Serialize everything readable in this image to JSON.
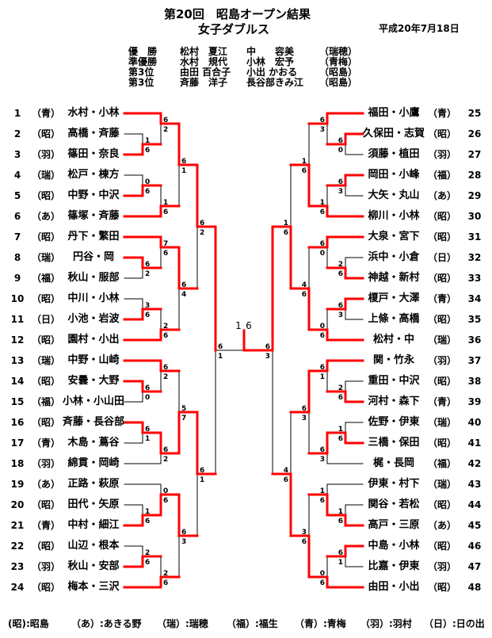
{
  "header": {
    "title": "第20回　昭島オープン結果",
    "subtitle": "女子ダブルス",
    "date": "平成20年7月18日"
  },
  "results": [
    {
      "place": "優　勝",
      "player1": "松村　夏江",
      "player2": "中　　容美",
      "club": "（瑞穂）"
    },
    {
      "place": "準優勝",
      "player1": "水村　規代",
      "player2": "小林　宏予",
      "club": "（青梅）"
    },
    {
      "place": "第3位",
      "player1": "由田 百合子",
      "player2": "小出 かおる",
      "club": "（昭島）"
    },
    {
      "place": "第3位",
      "player1": "斉藤　洋子",
      "player2": "長谷部きみ江",
      "club": "（昭島）"
    }
  ],
  "colors": {
    "winner_path": "#ff0000",
    "bracket_line": "#000000"
  },
  "entries": [
    {
      "no": "1",
      "club": "（青）",
      "names": "水村・小林"
    },
    {
      "no": "2",
      "club": "（昭）",
      "names": "高橋・斉藤"
    },
    {
      "no": "3",
      "club": "（羽）",
      "names": "篠田・奈良"
    },
    {
      "no": "4",
      "club": "（瑞）",
      "names": "松戸・棟方"
    },
    {
      "no": "5",
      "club": "（昭）",
      "names": "中野・中沢"
    },
    {
      "no": "6",
      "club": "（あ）",
      "names": "篠塚・斉藤"
    },
    {
      "no": "7",
      "club": "（昭）",
      "names": "丹下・繁田"
    },
    {
      "no": "8",
      "club": "（瑞）",
      "names": "円谷・岡"
    },
    {
      "no": "9",
      "club": "（福）",
      "names": "秋山・服部"
    },
    {
      "no": "10",
      "club": "（昭）",
      "names": "中川・小林"
    },
    {
      "no": "11",
      "club": "（日）",
      "names": "小池・岩波"
    },
    {
      "no": "12",
      "club": "（昭）",
      "names": "園村・小出"
    },
    {
      "no": "13",
      "club": "（瑞）",
      "names": "中野・山崎"
    },
    {
      "no": "14",
      "club": "（昭）",
      "names": "安曇・大野"
    },
    {
      "no": "15",
      "club": "（福）",
      "names": "小林・小山田"
    },
    {
      "no": "16",
      "club": "（昭）",
      "names": "斉藤・長谷部"
    },
    {
      "no": "17",
      "club": "（青）",
      "names": "木島・蔦谷"
    },
    {
      "no": "18",
      "club": "（羽）",
      "names": "綿貫・岡崎"
    },
    {
      "no": "19",
      "club": "（あ）",
      "names": "正路・萩原"
    },
    {
      "no": "20",
      "club": "（昭）",
      "names": "田代・矢原"
    },
    {
      "no": "21",
      "club": "（青）",
      "names": "中村・細江"
    },
    {
      "no": "22",
      "club": "（昭）",
      "names": "山辺・根本"
    },
    {
      "no": "23",
      "club": "（羽）",
      "names": "秋山・安部"
    },
    {
      "no": "24",
      "club": "（昭）",
      "names": "梅本・三沢"
    },
    {
      "no": "25",
      "club": "（青）",
      "names": "福田・小鷹"
    },
    {
      "no": "26",
      "club": "（昭）",
      "names": "久保田・志賀"
    },
    {
      "no": "27",
      "club": "（羽）",
      "names": "須藤・植田"
    },
    {
      "no": "28",
      "club": "（福）",
      "names": "岡田・小峰"
    },
    {
      "no": "29",
      "club": "（あ）",
      "names": "大矢・丸山"
    },
    {
      "no": "30",
      "club": "（昭）",
      "names": "柳川・小林"
    },
    {
      "no": "31",
      "club": "（昭）",
      "names": "大泉・宮下"
    },
    {
      "no": "32",
      "club": "（日）",
      "names": "浜中・小倉"
    },
    {
      "no": "33",
      "club": "（昭）",
      "names": "神越・新村"
    },
    {
      "no": "34",
      "club": "（青）",
      "names": "榎戸・大澤"
    },
    {
      "no": "35",
      "club": "（昭）",
      "names": "上條・高橋"
    },
    {
      "no": "36",
      "club": "（瑞）",
      "names": "松村・中"
    },
    {
      "no": "37",
      "club": "（羽）",
      "names": "関・竹永"
    },
    {
      "no": "38",
      "club": "（昭）",
      "names": "重田・中沢"
    },
    {
      "no": "39",
      "club": "（青）",
      "names": "河村・森下"
    },
    {
      "no": "40",
      "club": "（瑞）",
      "names": "佐野・伊東"
    },
    {
      "no": "41",
      "club": "（昭）",
      "names": "三橋・保田"
    },
    {
      "no": "42",
      "club": "（福）",
      "names": "梶・長岡"
    },
    {
      "no": "43",
      "club": "（瑞）",
      "names": "伊東・村下"
    },
    {
      "no": "44",
      "club": "（昭）",
      "names": "関谷・若松"
    },
    {
      "no": "45",
      "club": "（あ）",
      "names": "高戸・三原"
    },
    {
      "no": "46",
      "club": "（昭）",
      "names": "中島・小林"
    },
    {
      "no": "47",
      "club": "（羽）",
      "names": "比嘉・伊東"
    },
    {
      "no": "48",
      "club": "（昭）",
      "names": "由田・小出"
    }
  ],
  "matches": [
    {
      "id": "L1",
      "side": "left",
      "round": 1,
      "top": {
        "entry": 2
      },
      "bottom": {
        "entry": 3
      },
      "score": [
        "1",
        "6"
      ],
      "winner": "bottom"
    },
    {
      "id": "L2",
      "side": "left",
      "round": 1,
      "top": {
        "entry": 4
      },
      "bottom": {
        "entry": 5
      },
      "score": [
        "0",
        "6"
      ],
      "winner": "bottom"
    },
    {
      "id": "L3",
      "side": "left",
      "round": 2,
      "top": {
        "entry": 1
      },
      "bottom": {
        "match": "L1"
      },
      "score": [
        "6",
        "2"
      ],
      "winner": "top"
    },
    {
      "id": "L4",
      "side": "left",
      "round": 2,
      "top": {
        "match": "L2"
      },
      "bottom": {
        "entry": 6
      },
      "score": [
        "1",
        "6"
      ],
      "winner": "bottom"
    },
    {
      "id": "L5",
      "side": "left",
      "round": 3,
      "top": {
        "match": "L3"
      },
      "bottom": {
        "match": "L4"
      },
      "score": [
        "6",
        "1"
      ],
      "winner": "top"
    },
    {
      "id": "L6",
      "side": "left",
      "round": 1,
      "top": {
        "entry": 8
      },
      "bottom": {
        "entry": 9
      },
      "score": [
        "6",
        "2"
      ],
      "winner": "top"
    },
    {
      "id": "L7",
      "side": "left",
      "round": 2,
      "top": {
        "entry": 7
      },
      "bottom": {
        "match": "L6"
      },
      "score": [
        "7",
        "6"
      ],
      "winner": "top"
    },
    {
      "id": "L8",
      "side": "left",
      "round": 1,
      "top": {
        "entry": 10
      },
      "bottom": {
        "entry": 11
      },
      "score": [
        "3",
        "6"
      ],
      "winner": "bottom"
    },
    {
      "id": "L9",
      "side": "left",
      "round": 2,
      "top": {
        "match": "L8"
      },
      "bottom": {
        "entry": 12
      },
      "score": [
        "2",
        "6"
      ],
      "winner": "bottom"
    },
    {
      "id": "L10",
      "side": "left",
      "round": 3,
      "top": {
        "match": "L7"
      },
      "bottom": {
        "match": "L9"
      },
      "score": [
        "6",
        "4"
      ],
      "winner": "top"
    },
    {
      "id": "L11",
      "side": "left",
      "round": 4,
      "top": {
        "match": "L5"
      },
      "bottom": {
        "match": "L10"
      },
      "score": [
        "6",
        "2"
      ],
      "winner": "top"
    },
    {
      "id": "L12",
      "side": "left",
      "round": 1,
      "top": {
        "entry": 14
      },
      "bottom": {
        "entry": 15
      },
      "score": [
        "6",
        "0"
      ],
      "winner": "top"
    },
    {
      "id": "L13",
      "side": "left",
      "round": 2,
      "top": {
        "entry": 13
      },
      "bottom": {
        "match": "L12"
      },
      "score": [
        "6",
        "2"
      ],
      "winner": "top"
    },
    {
      "id": "L14",
      "side": "left",
      "round": 1,
      "top": {
        "entry": 16
      },
      "bottom": {
        "entry": 17
      },
      "score": [
        "6",
        "1"
      ],
      "winner": "top"
    },
    {
      "id": "L15",
      "side": "left",
      "round": 2,
      "top": {
        "match": "L14"
      },
      "bottom": {
        "entry": 18
      },
      "score": [
        "6",
        "2"
      ],
      "winner": "top"
    },
    {
      "id": "L16",
      "side": "left",
      "round": 3,
      "top": {
        "match": "L13"
      },
      "bottom": {
        "match": "L15"
      },
      "score": [
        "5",
        "7"
      ],
      "winner": "bottom"
    },
    {
      "id": "L17",
      "side": "left",
      "round": 1,
      "top": {
        "entry": 20
      },
      "bottom": {
        "entry": 21
      },
      "score": [
        "1",
        "6"
      ],
      "winner": "bottom"
    },
    {
      "id": "L18",
      "side": "left",
      "round": 2,
      "top": {
        "entry": 19
      },
      "bottom": {
        "match": "L17"
      },
      "score": [
        "0",
        "6"
      ],
      "winner": "bottom"
    },
    {
      "id": "L19",
      "side": "left",
      "round": 1,
      "top": {
        "entry": 22
      },
      "bottom": {
        "entry": 23
      },
      "score": [
        "2",
        "6"
      ],
      "winner": "bottom"
    },
    {
      "id": "L20",
      "side": "left",
      "round": 2,
      "top": {
        "match": "L19"
      },
      "bottom": {
        "entry": 24
      },
      "score": [
        "2",
        "6"
      ],
      "winner": "bottom"
    },
    {
      "id": "L21",
      "side": "left",
      "round": 3,
      "top": {
        "match": "L18"
      },
      "bottom": {
        "match": "L20"
      },
      "score": [
        "6",
        "3"
      ],
      "winner": "top"
    },
    {
      "id": "L22",
      "side": "left",
      "round": 4,
      "top": {
        "match": "L16"
      },
      "bottom": {
        "match": "L21"
      },
      "score": [
        "6",
        "1"
      ],
      "winner": "top"
    },
    {
      "id": "L23",
      "side": "left",
      "round": 5,
      "top": {
        "match": "L11"
      },
      "bottom": {
        "match": "L22"
      },
      "score": [
        "6",
        "1"
      ],
      "winner": "top"
    },
    {
      "id": "R1",
      "side": "right",
      "round": 1,
      "top": {
        "entry": 26
      },
      "bottom": {
        "entry": 27
      },
      "score": [
        "6",
        "0"
      ],
      "winner": "top"
    },
    {
      "id": "R2",
      "side": "right",
      "round": 2,
      "top": {
        "entry": 25
      },
      "bottom": {
        "match": "R1"
      },
      "score": [
        "6",
        "3"
      ],
      "winner": "top"
    },
    {
      "id": "R3",
      "side": "right",
      "round": 1,
      "top": {
        "entry": 28
      },
      "bottom": {
        "entry": 29
      },
      "score": [
        "6",
        "3"
      ],
      "winner": "top"
    },
    {
      "id": "R4",
      "side": "right",
      "round": 2,
      "top": {
        "match": "R3"
      },
      "bottom": {
        "entry": 30
      },
      "score": [
        "1",
        "6"
      ],
      "winner": "bottom"
    },
    {
      "id": "R5",
      "side": "right",
      "round": 3,
      "top": {
        "match": "R2"
      },
      "bottom": {
        "match": "R4"
      },
      "score": [
        "1",
        "6"
      ],
      "winner": "bottom"
    },
    {
      "id": "R6",
      "side": "right",
      "round": 1,
      "top": {
        "entry": 32
      },
      "bottom": {
        "entry": 33
      },
      "score": [
        "2",
        "6"
      ],
      "winner": "bottom"
    },
    {
      "id": "R7",
      "side": "right",
      "round": 2,
      "top": {
        "entry": 31
      },
      "bottom": {
        "match": "R6"
      },
      "score": [
        "6",
        "0"
      ],
      "winner": "top"
    },
    {
      "id": "R8",
      "side": "right",
      "round": 1,
      "top": {
        "entry": 34
      },
      "bottom": {
        "entry": 35
      },
      "score": [
        "6",
        "3"
      ],
      "winner": "top"
    },
    {
      "id": "R9",
      "side": "right",
      "round": 2,
      "top": {
        "match": "R8"
      },
      "bottom": {
        "entry": 36
      },
      "score": [
        "0",
        "6"
      ],
      "winner": "bottom"
    },
    {
      "id": "R10",
      "side": "right",
      "round": 3,
      "top": {
        "match": "R7"
      },
      "bottom": {
        "match": "R9"
      },
      "score": [
        "4",
        "6"
      ],
      "winner": "bottom"
    },
    {
      "id": "R11",
      "side": "right",
      "round": 4,
      "top": {
        "match": "R5"
      },
      "bottom": {
        "match": "R10"
      },
      "score": [
        "1",
        "6"
      ],
      "winner": "bottom"
    },
    {
      "id": "R12",
      "side": "right",
      "round": 1,
      "top": {
        "entry": 38
      },
      "bottom": {
        "entry": 39
      },
      "score": [
        "2",
        "6"
      ],
      "winner": "bottom"
    },
    {
      "id": "R13",
      "side": "right",
      "round": 2,
      "top": {
        "entry": 37
      },
      "bottom": {
        "match": "R12"
      },
      "score": [
        "6",
        "1"
      ],
      "winner": "top"
    },
    {
      "id": "R14",
      "side": "right",
      "round": 1,
      "top": {
        "entry": 40
      },
      "bottom": {
        "entry": 41
      },
      "score": [
        "1",
        "6"
      ],
      "winner": "bottom"
    },
    {
      "id": "R15",
      "side": "right",
      "round": 2,
      "top": {
        "match": "R14"
      },
      "bottom": {
        "entry": 42
      },
      "score": [
        "6",
        "3"
      ],
      "winner": "top"
    },
    {
      "id": "R16",
      "side": "right",
      "round": 3,
      "top": {
        "match": "R13"
      },
      "bottom": {
        "match": "R15"
      },
      "score": [
        "6",
        "3"
      ],
      "winner": "top"
    },
    {
      "id": "R17",
      "side": "right",
      "round": 1,
      "top": {
        "entry": 44
      },
      "bottom": {
        "entry": 45
      },
      "score": [
        "1",
        "6"
      ],
      "winner": "bottom"
    },
    {
      "id": "R18",
      "side": "right",
      "round": 2,
      "top": {
        "entry": 43
      },
      "bottom": {
        "match": "R17"
      },
      "score": [
        "1",
        "6"
      ],
      "winner": "bottom"
    },
    {
      "id": "R19",
      "side": "right",
      "round": 1,
      "top": {
        "entry": 46
      },
      "bottom": {
        "entry": 47
      },
      "score": [
        "6",
        "1"
      ],
      "winner": "top"
    },
    {
      "id": "R20",
      "side": "right",
      "round": 2,
      "top": {
        "match": "R19"
      },
      "bottom": {
        "entry": 48
      },
      "score": [
        "0",
        "6"
      ],
      "winner": "bottom"
    },
    {
      "id": "R21",
      "side": "right",
      "round": 3,
      "top": {
        "match": "R18"
      },
      "bottom": {
        "match": "R20"
      },
      "score": [
        "3",
        "6"
      ],
      "winner": "bottom"
    },
    {
      "id": "R22",
      "side": "right",
      "round": 4,
      "top": {
        "match": "R16"
      },
      "bottom": {
        "match": "R21"
      },
      "score": [
        "4",
        "6"
      ],
      "winner": "bottom"
    },
    {
      "id": "R23",
      "side": "right",
      "round": 5,
      "top": {
        "match": "R11"
      },
      "bottom": {
        "match": "R22"
      },
      "score": [
        "6",
        "3"
      ],
      "winner": "top"
    }
  ],
  "final": {
    "left_semifinal": "L23",
    "right_semifinal": "R23",
    "left_score": "1",
    "right_score": "6",
    "winner": "right"
  },
  "legend": [
    "(昭):昭島",
    "（あ）:あきる野",
    "（瑞）:瑞穂",
    "（福）:福生",
    "（青）:青梅",
    "（羽）:羽村",
    "（日）:日の出"
  ]
}
